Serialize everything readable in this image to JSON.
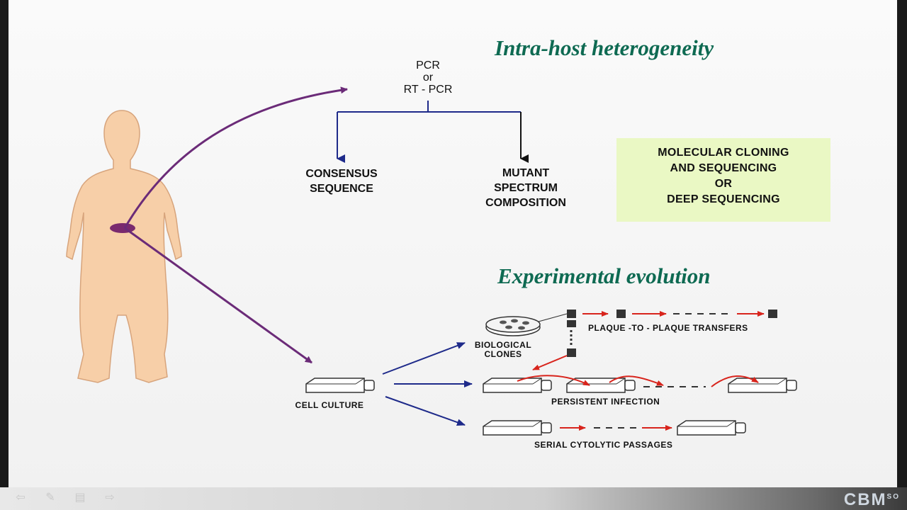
{
  "titles": {
    "top": "Intra-host heterogeneity",
    "bottom": "Experimental evolution"
  },
  "pcr": {
    "line1": "PCR",
    "line2": "or",
    "line3": "RT - PCR"
  },
  "consensus": {
    "line1": "CONSENSUS",
    "line2": "SEQUENCE"
  },
  "mutant": {
    "line1": "MUTANT",
    "line2": "SPECTRUM",
    "line3": "COMPOSITION"
  },
  "sequencing_box": {
    "line1": "MOLECULAR CLONING",
    "line2": "AND SEQUENCING",
    "line3": "OR",
    "line4": "DEEP SEQUENCING"
  },
  "evolution": {
    "biological_clones_1": "BIOLOGICAL",
    "biological_clones_2": "CLONES",
    "plaque_transfers": "PLAQUE -TO - PLAQUE  TRANSFERS",
    "cell_culture": "CELL  CULTURE",
    "persistent_infection": "PERSISTENT   INFECTION",
    "serial_passages": "SERIAL   CYTOLYTIC   PASSAGES"
  },
  "footer": {
    "logo": "CBM",
    "logo_suffix": "SO"
  },
  "colors": {
    "title": "#0e6a52",
    "purple_arrow": "#6b2b78",
    "blue_arrow": "#1e2a8a",
    "red_arrow": "#d8241c",
    "body": "#f7cfa8",
    "green_box": "#eaf8c4"
  },
  "icons": {
    "nav": [
      "prev-arrow-icon",
      "pen-icon",
      "menu-icon",
      "next-arrow-icon"
    ]
  }
}
